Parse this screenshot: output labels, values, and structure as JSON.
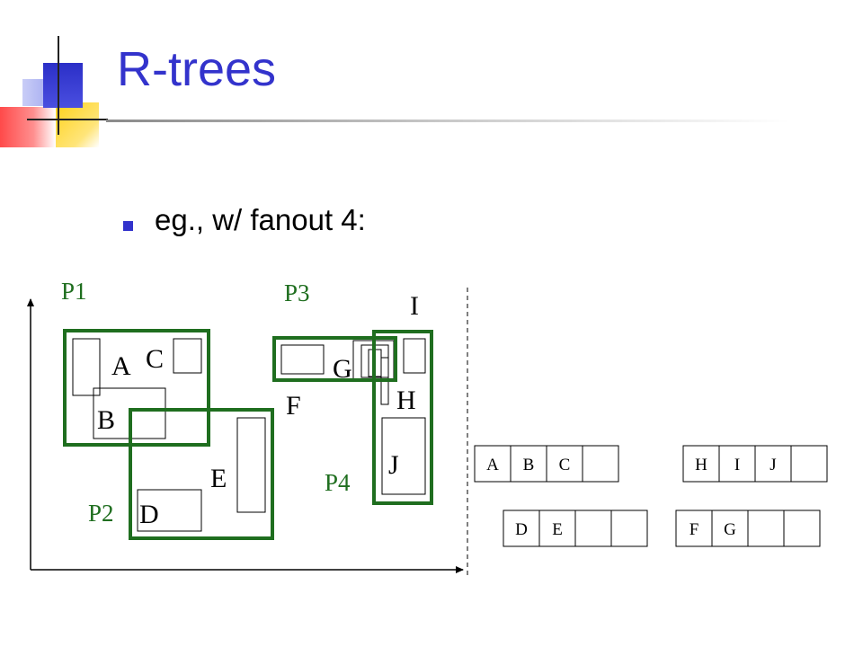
{
  "slide": {
    "title": "R-trees",
    "bullet": "eg., w/ fanout 4:"
  },
  "colors": {
    "title": "#3333cc",
    "node_outline": "#1f6e1f",
    "group_label": "#1f6e1f",
    "rect_outline": "#000000"
  },
  "diagram": {
    "group_labels": [
      "P1",
      "P2",
      "P3",
      "P4"
    ],
    "object_labels": [
      "A",
      "B",
      "C",
      "D",
      "E",
      "F",
      "G",
      "H",
      "I",
      "J"
    ]
  },
  "tree": {
    "nodes": [
      {
        "entries": [
          "A",
          "B",
          "C",
          ""
        ]
      },
      {
        "entries": [
          "H",
          "I",
          "J",
          ""
        ]
      },
      {
        "entries": [
          "D",
          "E",
          "",
          ""
        ]
      },
      {
        "entries": [
          "F",
          "G",
          "",
          ""
        ]
      }
    ]
  }
}
